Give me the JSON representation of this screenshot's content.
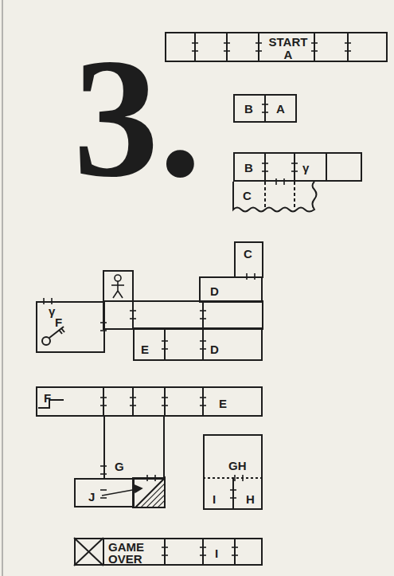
{
  "diagram": {
    "title": "3.",
    "nodes": [
      {
        "text": [
          "START",
          "A"
        ]
      },
      {
        "text": [
          "B",
          "A"
        ]
      },
      {
        "text": [
          "B",
          "γ"
        ]
      },
      {
        "text": [
          "C"
        ]
      },
      {
        "text": [
          "C"
        ]
      },
      {
        "text": [
          "D"
        ]
      },
      {
        "text": [
          "γ",
          "F"
        ]
      },
      {
        "text": [
          "E",
          "D"
        ]
      },
      {
        "text": [
          "F",
          "E"
        ]
      },
      {
        "text": [
          "G"
        ]
      },
      {
        "text": [
          "J"
        ]
      },
      {
        "text": [
          "GH",
          "I",
          "H"
        ]
      },
      {
        "text": [
          "GAME OVER",
          "I"
        ]
      }
    ]
  }
}
